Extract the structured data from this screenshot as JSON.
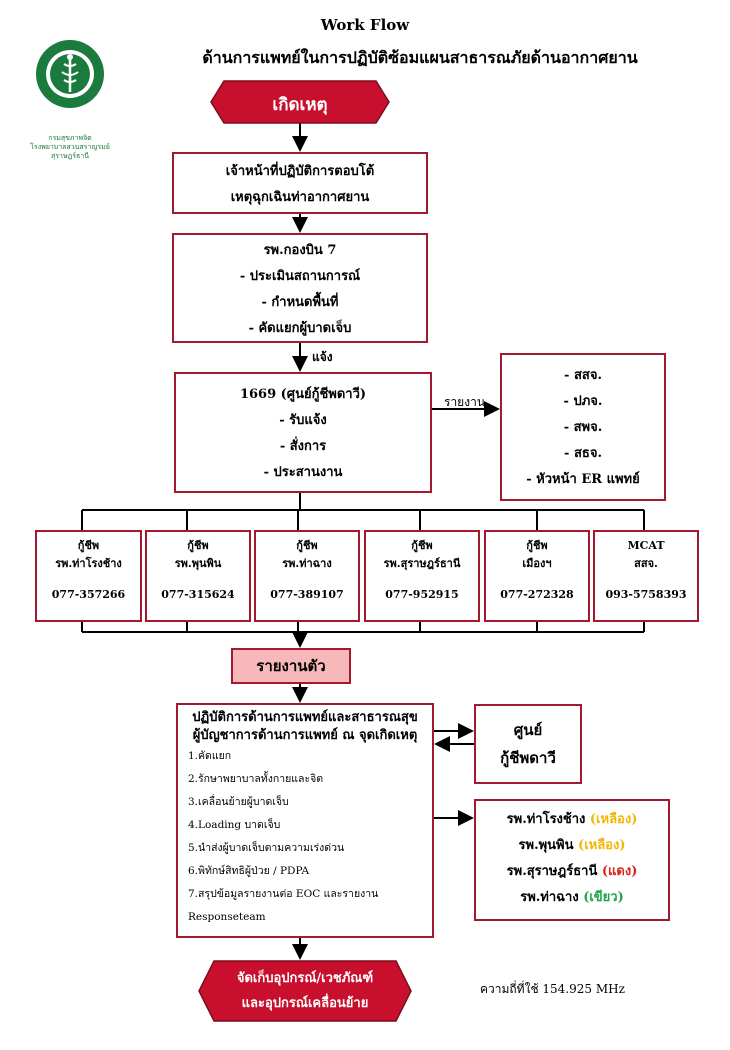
{
  "header": {
    "title": "Work Flow",
    "subtitle": "ด้านการแพทย์ในการปฏิบัติซ้อมแผนสาธารณภัยด้านอากาศยาน",
    "logo_text": [
      "กรมสุขภาพจิต",
      "โรงพยาบาลสวนสราญรมย์",
      "สุราษฎร์ธานี"
    ]
  },
  "start": {
    "label": "เกิดเหตุ"
  },
  "step_receive": {
    "lines": [
      "เจ้าหน้าที่ปฏิบัติการตอบโต้",
      "เหตุฉุกเฉินท่าอากาศยาน"
    ]
  },
  "step_hospital": {
    "lines": [
      "รพ.กองบิน 7",
      "- ประเมินสถานการณ์",
      "- กำหนดพื้นที่",
      "- คัดแยกผู้บาดเจ็บ"
    ]
  },
  "label_notify": "แจ้ง",
  "step_1669": {
    "lines": [
      "1669 (ศูนย์กู้ชีพดาวี)",
      "- รับแจ้ง",
      "- สั่งการ",
      "- ประสานงาน"
    ]
  },
  "label_report": "รายงาน",
  "report_targets": {
    "lines": [
      "- สสจ.",
      "- ปภจ.",
      "- สพจ.",
      "- สธจ.",
      "- หัวหน้า ER แพทย์"
    ]
  },
  "rescue_units": [
    {
      "name1": "กู้ชีพ",
      "name2": "รพ.ท่าโรงช้าง",
      "phone": "077-357266"
    },
    {
      "name1": "กู้ชีพ",
      "name2": "รพ.พุนพิน",
      "phone": "077-315624"
    },
    {
      "name1": "กู้ชีพ",
      "name2": "รพ.ท่าฉาง",
      "phone": "077-389107"
    },
    {
      "name1": "กู้ชีพ",
      "name2": "รพ.สุราษฎร์ธานี",
      "phone": "077-952915"
    },
    {
      "name1": "กู้ชีพ",
      "name2": "เมืองฯ",
      "phone": "077-272328"
    },
    {
      "name1": "MCAT",
      "name2": "สสจ.",
      "phone": "093-5758393"
    }
  ],
  "report_in": {
    "label": "รายงานตัว"
  },
  "operations": {
    "title1": "ปฏิบัติการด้านการแพทย์และสาธารณสุข",
    "title2": "ผู้บัญชาการด้านการแพทย์ ณ จุดเกิดเหตุ",
    "steps": [
      "1.คัดแยก",
      "2.รักษาพยาบาลทั้งกายและจิต",
      "3.เคลื่อนย้ายผู้บาดเจ็บ",
      "4.Loading บาดเจ็บ",
      "5.นำส่งผู้บาดเจ็บตามความเร่งด่วน",
      "6.พิทักษ์สิทธิผู้ป่วย / PDPA",
      "7.สรุปข้อมูลรายงานต่อ EOC และรายงาน",
      "Responseteam"
    ]
  },
  "center": {
    "lines": [
      "ศูนย์",
      "กู้ชีพดาวี"
    ]
  },
  "hospitals": [
    {
      "name": "รพ.ท่าโรงช้าง",
      "tag": "(เหลือง)",
      "color": "#f2b705"
    },
    {
      "name": "รพ.พุนพิน",
      "tag": "(เหลือง)",
      "color": "#f2b705"
    },
    {
      "name": "รพ.สุราษฎร์ธานี",
      "tag": "(แดง)",
      "color": "#d9221c"
    },
    {
      "name": "รพ.ท่าฉาง",
      "tag": "(เขียว)",
      "color": "#1aa34a"
    }
  ],
  "end": {
    "lines": [
      "จัดเก็บอุปกรณ์/เวชภัณฑ์",
      "และอุปกรณ์เคลื่อนย้าย"
    ]
  },
  "frequency": "ความถี่ที่ใช้  154.925 MHz",
  "colors": {
    "accent": "#a3192d",
    "hex_fill": "#c8102e",
    "report_fill": "#f6b8b8",
    "logo_green": "#1b7a3d"
  }
}
